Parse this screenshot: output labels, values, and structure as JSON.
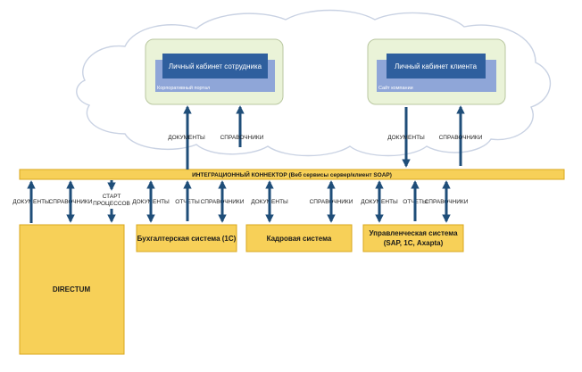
{
  "portal_employee": {
    "title": "Личный кабинет сотрудника",
    "subtitle": "Корпоративный портал"
  },
  "portal_client": {
    "title": "Личный кабинет клиента",
    "subtitle": "Сайт компании"
  },
  "bus": {
    "title": "ИНТЕГРАЦИОННЫЙ КОННЕКТОР  (Веб сервисы сервер/клиент SOAP)"
  },
  "systems": {
    "directum": "DIRECTUM",
    "accounting": "Бухгалтерская система (1С)",
    "hr": "Кадровая система",
    "management_line1": "Управленческая система",
    "management_line2": "(SAP, 1С, Axapta)"
  },
  "labels": {
    "documents": "ДОКУМЕНТЫ",
    "references": "СПРАВОЧНИКИ",
    "reports": "ОТЧЕТЫ",
    "start_line1": "СТАРТ",
    "start_line2": "ПРОЦЕССОВ"
  },
  "colors": {
    "box_fill": "#f7d058",
    "box_stroke": "#d8a71c",
    "card_dark": "#2f5f9e",
    "card_light": "#8fa6d8",
    "portal_bg": "#eaf3d8",
    "arrow": "#1f4e79",
    "cloud_stroke": "#c9d2e3"
  }
}
